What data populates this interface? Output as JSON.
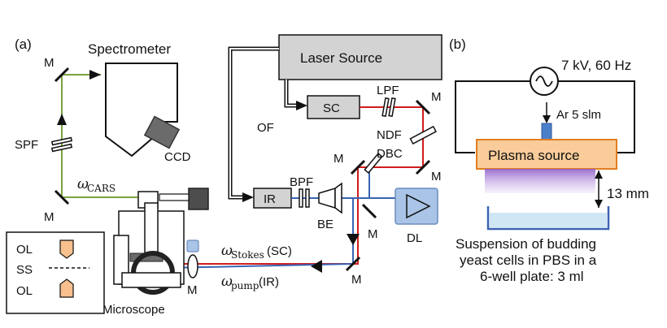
{
  "colors": {
    "red_beam": "#d01c1c",
    "blue_beam": "#3a63b5",
    "green_beam": "#7aa33e",
    "box_gray": "#d3d3d3",
    "dl_blue": "#a9c4e6",
    "plasma_orange": "#f9cc9a",
    "plasma_border": "#e27d1f",
    "well_blue": "#cfe7f5",
    "nozzle_blue": "#4a7fc9",
    "ol_orange": "#f7c08e"
  },
  "panel_a": {
    "label": "(a)",
    "spectrometer": "Spectrometer",
    "ccd": "CCD",
    "laser_source": "Laser Source",
    "sc": "SC",
    "ir": "IR",
    "of": "OF",
    "lpf": "LPF",
    "ndf": "NDF",
    "dbc": "DBC",
    "bpf": "BPF",
    "be": "BE",
    "dl": "DL",
    "spf": "SPF",
    "microscope": "Microscope",
    "mirror": "M",
    "ol": "OL",
    "ss": "SS",
    "omega": "ω",
    "cars_sub": "CARS",
    "stokes_sub": "Stokes",
    "stokes_paren": "(SC)",
    "pump_sub": "pump",
    "pump_paren": "(IR)"
  },
  "panel_b": {
    "label": "(b)",
    "voltage": "7 kV, 60 Hz",
    "gas": "Ar 5 slm",
    "plasma_source": "Plasma source",
    "gap": "13 mm",
    "caption_line1": "Suspension of budding",
    "caption_line2": "yeast cells in PBS in a",
    "caption_line3": "6-well plate: 3 ml"
  }
}
